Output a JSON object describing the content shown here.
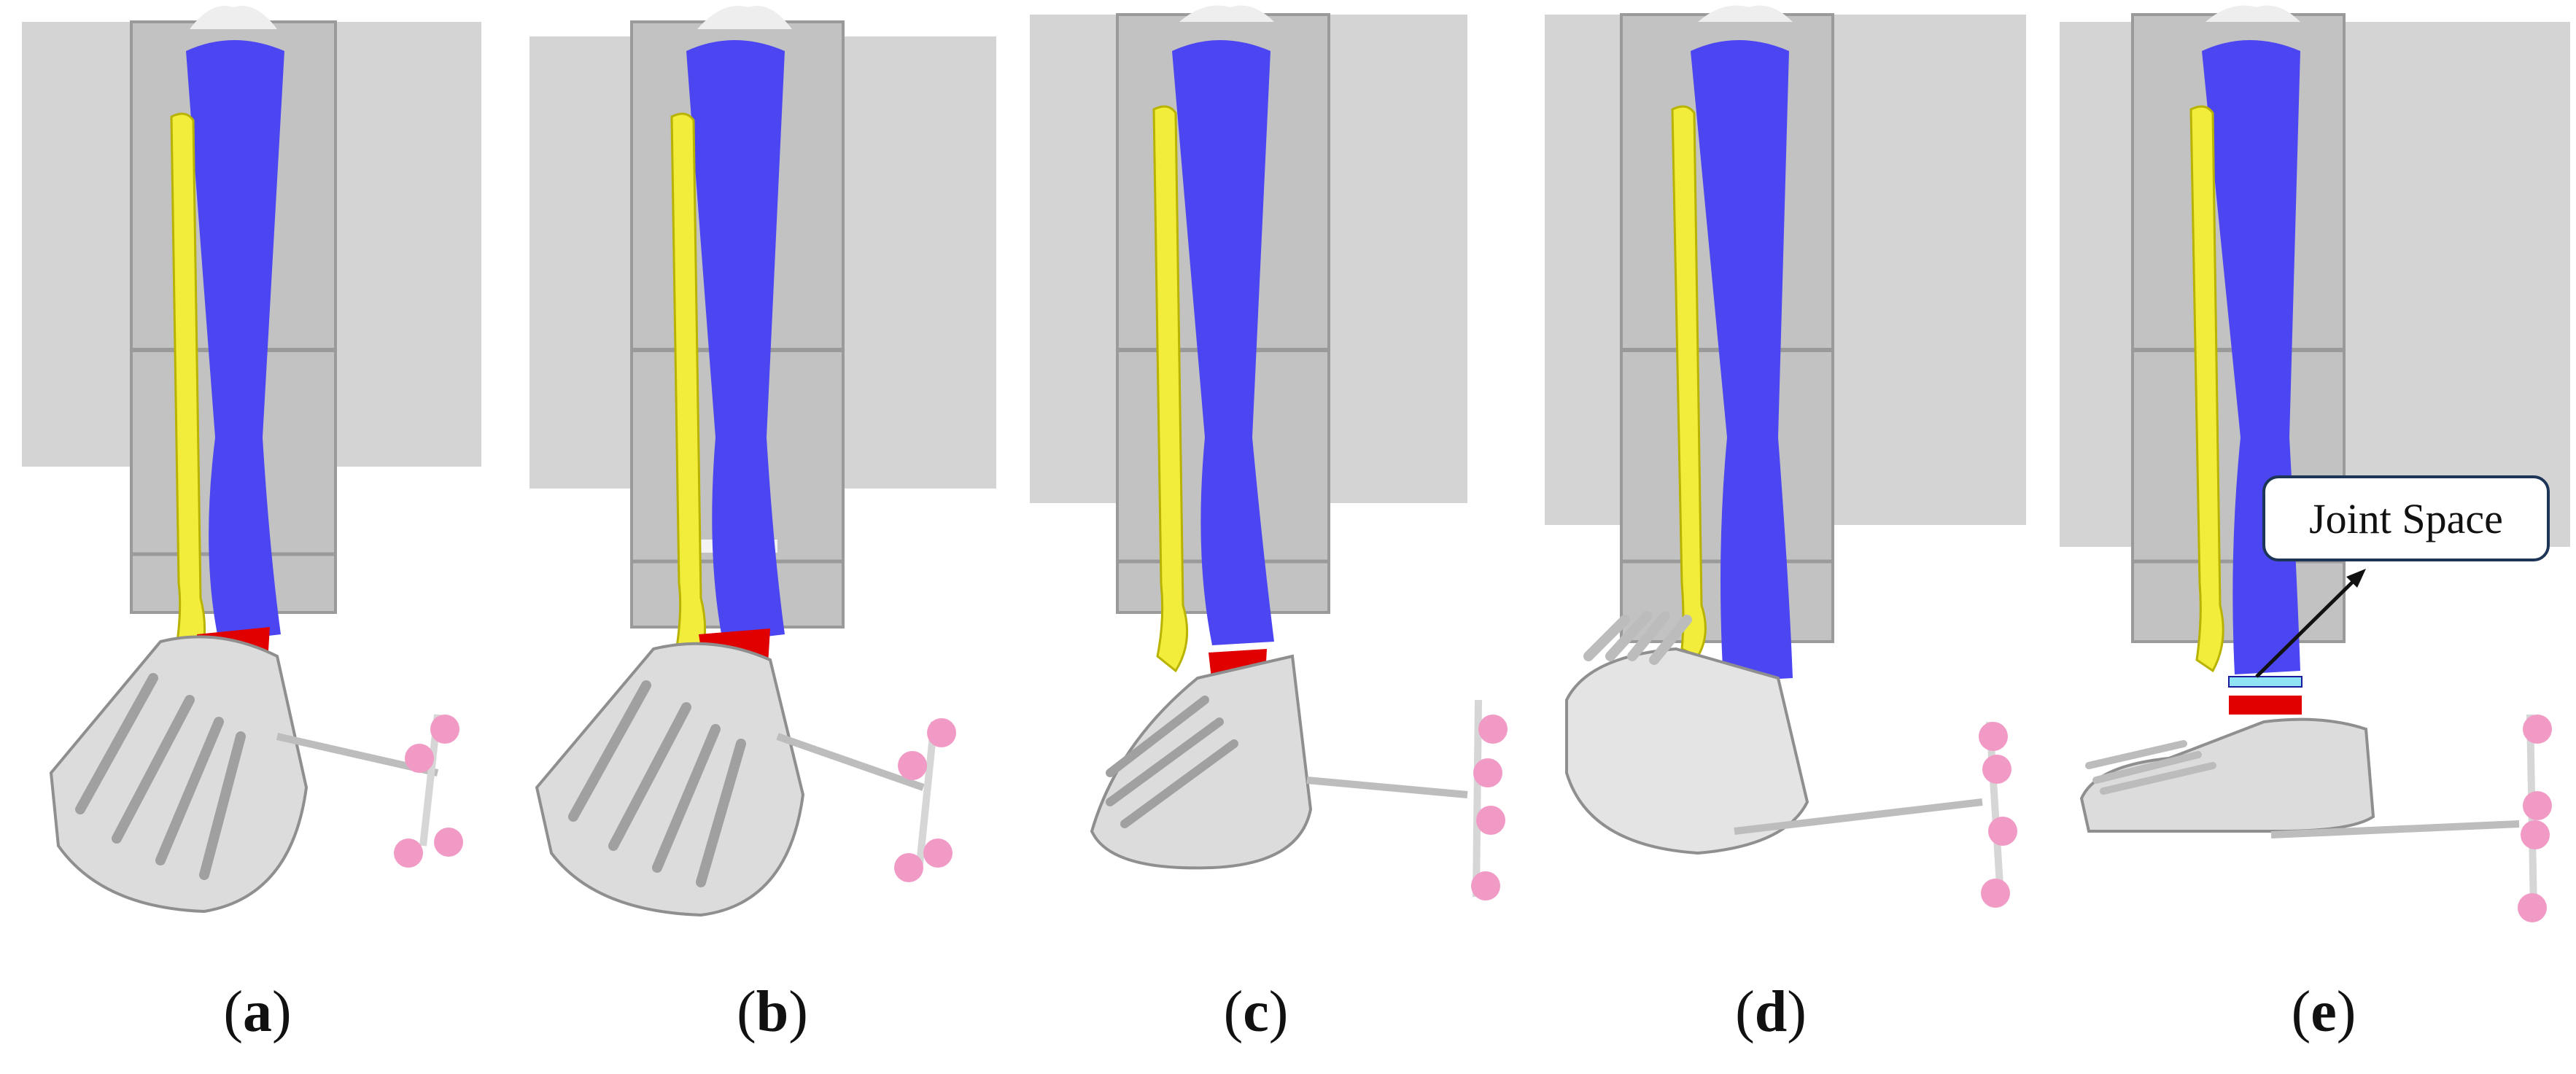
{
  "panels": [
    {
      "id": "a",
      "caption": "a"
    },
    {
      "id": "b",
      "caption": "b"
    },
    {
      "id": "c",
      "caption": "c"
    },
    {
      "id": "d",
      "caption": "d"
    },
    {
      "id": "e",
      "caption": "e"
    }
  ],
  "annotation": {
    "text": "Joint Space",
    "panel": "e"
  },
  "colors": {
    "tibia": "#4b46f2",
    "fibula": "#f2ec3a",
    "talus": "#e00000",
    "joint_space": "#8fe3f5",
    "markers": "#f19ac6",
    "fixture": "#c8c8c8",
    "bone_gray": "#d9d9d9"
  }
}
